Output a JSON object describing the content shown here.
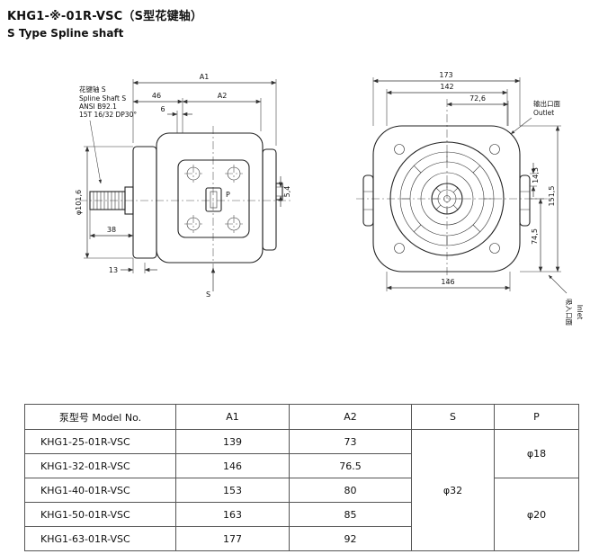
{
  "page": {
    "title": "KHG1-※-01R-VSC（S型花键轴）",
    "subtitle": "S Type Spline shaft"
  },
  "left_drawing": {
    "spline_note": [
      "花键轴 S",
      "Spline Shaft S",
      "ANSI B92.1",
      "15T 16/32 DP30°"
    ],
    "dim_overall": "A1",
    "dim_inner": "A2",
    "dim_46": "46",
    "dim_6": "6",
    "dim_5_4": "5,4",
    "dim_phi": "φ101,6",
    "dim_38": "38",
    "dim_13": "13",
    "port_label": "P",
    "shaft_label": "S"
  },
  "right_drawing": {
    "dim_173": "173",
    "dim_142": "142",
    "dim_72_6": "72,6",
    "dim_14_3": "14,3",
    "dim_151_5": "151,5",
    "dim_74_5": "74,5",
    "dim_146": "146",
    "outlet_label_cn": "输出口面",
    "outlet_label_en": "Outlet",
    "inlet_label_cn": "吸入口面",
    "inlet_label_en": "Inlet"
  },
  "table": {
    "headers": {
      "model": "泵型号  Model No.",
      "a1": "A1",
      "a2": "A2",
      "s": "S",
      "p": "P"
    },
    "rows": [
      {
        "model": "KHG1-25-01R-VSC",
        "a1": "139",
        "a2": "73"
      },
      {
        "model": "KHG1-32-01R-VSC",
        "a1": "146",
        "a2": "76.5"
      },
      {
        "model": "KHG1-40-01R-VSC",
        "a1": "153",
        "a2": "80"
      },
      {
        "model": "KHG1-50-01R-VSC",
        "a1": "163",
        "a2": "85"
      },
      {
        "model": "KHG1-63-01R-VSC",
        "a1": "177",
        "a2": "92"
      }
    ],
    "s_value": "φ32",
    "p_values": [
      "φ18",
      "φ20"
    ]
  }
}
